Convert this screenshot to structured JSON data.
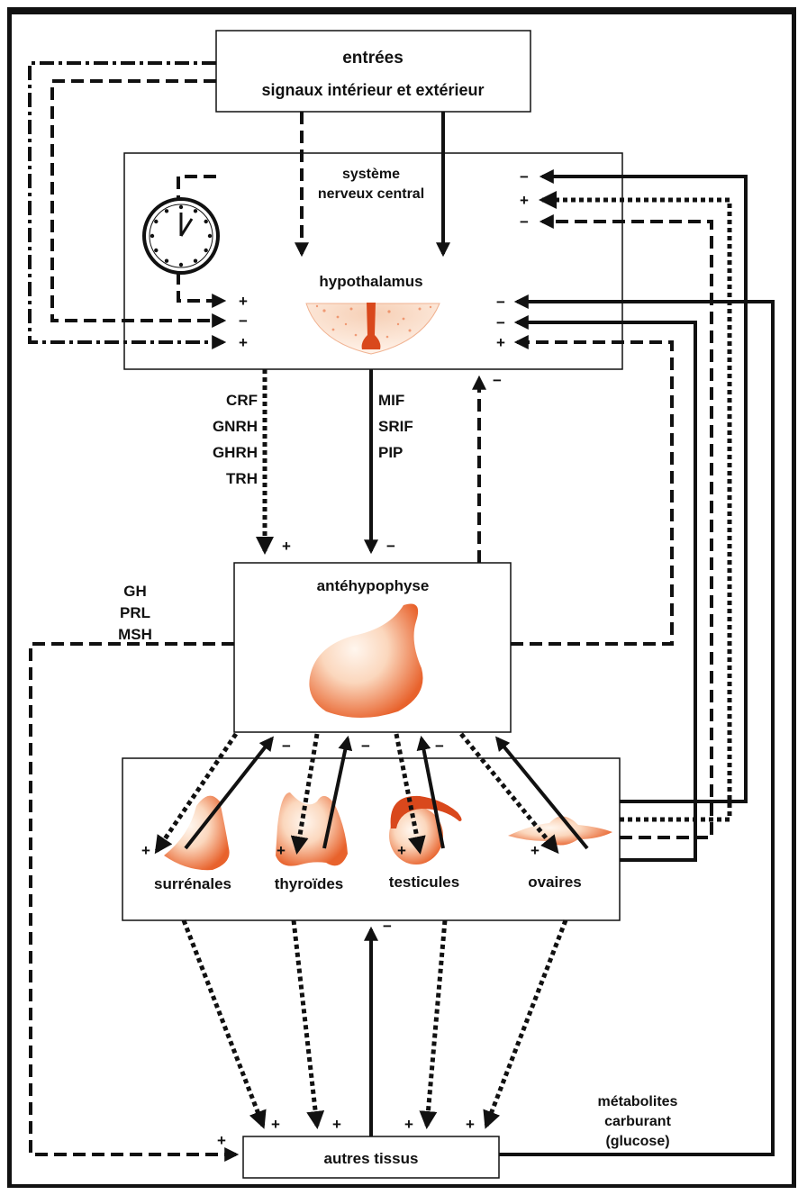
{
  "boxes": {
    "inputs": {
      "line1": "entrées",
      "line2": "signaux intérieur et extérieur"
    },
    "cns": {
      "line1": "système",
      "line2": "nerveux central",
      "hypothalamus": "hypothalamus"
    },
    "pituitary": {
      "label": "antéhypophyse"
    },
    "glands": {
      "adrenals": "surrénales",
      "thyroids": "thyroïdes",
      "testes": "testicules",
      "ovaries": "ovaires"
    },
    "tissues": {
      "label": "autres tissus"
    }
  },
  "hormones": {
    "releasing": [
      "CRF",
      "GNRH",
      "GHRH",
      "TRH"
    ],
    "inhibiting": [
      "MIF",
      "SRIF",
      "PIP"
    ],
    "pituitary_direct": [
      "GH",
      "PRL",
      "MSH"
    ]
  },
  "metabolites": [
    "métabolites",
    "carburant",
    "(glucose)"
  ],
  "signs": {
    "plus": "+",
    "minus": "−"
  },
  "icons": [
    "clock-icon",
    "hypothalamus-image",
    "pituitary-image",
    "adrenal-image",
    "thyroid-image",
    "testis-image",
    "ovary-image"
  ],
  "colors": {
    "ink": "#111111",
    "organ": "#e8622c",
    "organ_light": "#fbd7bd"
  }
}
